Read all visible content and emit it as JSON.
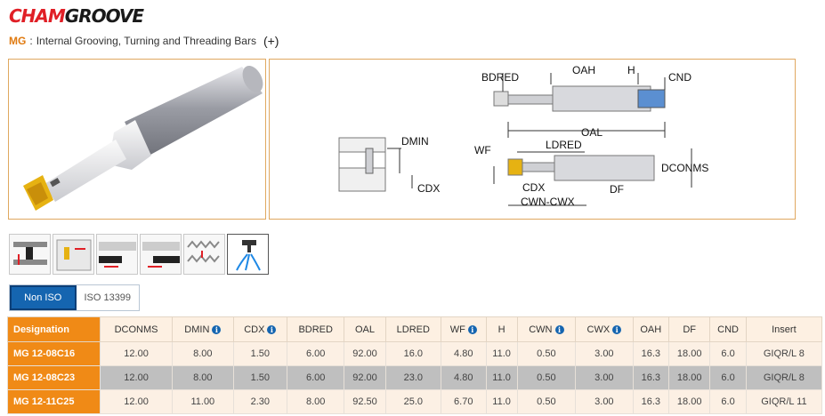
{
  "logo": {
    "part1": "CHAM",
    "part2": "GROOVE"
  },
  "subtitle": {
    "code": "MG",
    "separator": " : ",
    "text": "Internal Grooving, Turning and Threading Bars",
    "plus": "(+)"
  },
  "drawing_labels": {
    "bdred": "BDRED",
    "oah": "OAH",
    "h": "H",
    "cnd": "CND",
    "oal": "OAL",
    "dmin": "DMIN",
    "wf": "WF",
    "ldred": "LDRED",
    "dconms": "DCONMS",
    "cdx_side": "CDX",
    "cdx": "CDX",
    "df": "DF",
    "cwn_cwx": "CWN-CWX"
  },
  "symbols": [
    {
      "icon": "internal-grooving-icon"
    },
    {
      "icon": "face-grooving-icon"
    },
    {
      "icon": "internal-turning-icon"
    },
    {
      "icon": "back-turning-icon"
    },
    {
      "icon": "threading-icon"
    },
    {
      "icon": "coolant-icon"
    }
  ],
  "tabs": [
    {
      "label": "Non ISO",
      "active": true
    },
    {
      "label": "ISO 13399",
      "active": false
    }
  ],
  "table": {
    "headers": [
      "Designation",
      "DCONMS",
      "DMIN",
      "CDX",
      "BDRED",
      "OAL",
      "LDRED",
      "WF",
      "H",
      "CWN",
      "CWX",
      "OAH",
      "DF",
      "CND",
      "Insert"
    ],
    "info_symbol": "i",
    "rows": [
      [
        "MG 12-08C16",
        "12.00",
        "8.00",
        "1.50",
        "6.00",
        "92.00",
        "16.0",
        "4.80",
        "11.0",
        "0.50",
        "3.00",
        "16.3",
        "18.00",
        "6.0",
        "GIQR/L 8"
      ],
      [
        "MG 12-08C23",
        "12.00",
        "8.00",
        "1.50",
        "6.00",
        "92.00",
        "23.0",
        "4.80",
        "11.0",
        "0.50",
        "3.00",
        "16.3",
        "18.00",
        "6.0",
        "GIQR/L 8"
      ],
      [
        "MG 12-11C25",
        "12.00",
        "11.00",
        "2.30",
        "8.00",
        "92.50",
        "25.0",
        "6.70",
        "11.0",
        "0.50",
        "3.00",
        "16.3",
        "18.00",
        "6.0",
        "GIQR/L 11"
      ]
    ]
  },
  "colors": {
    "accent": "#f08a16",
    "brand_red": "#e01f26",
    "tab_active": "#1565b0"
  }
}
